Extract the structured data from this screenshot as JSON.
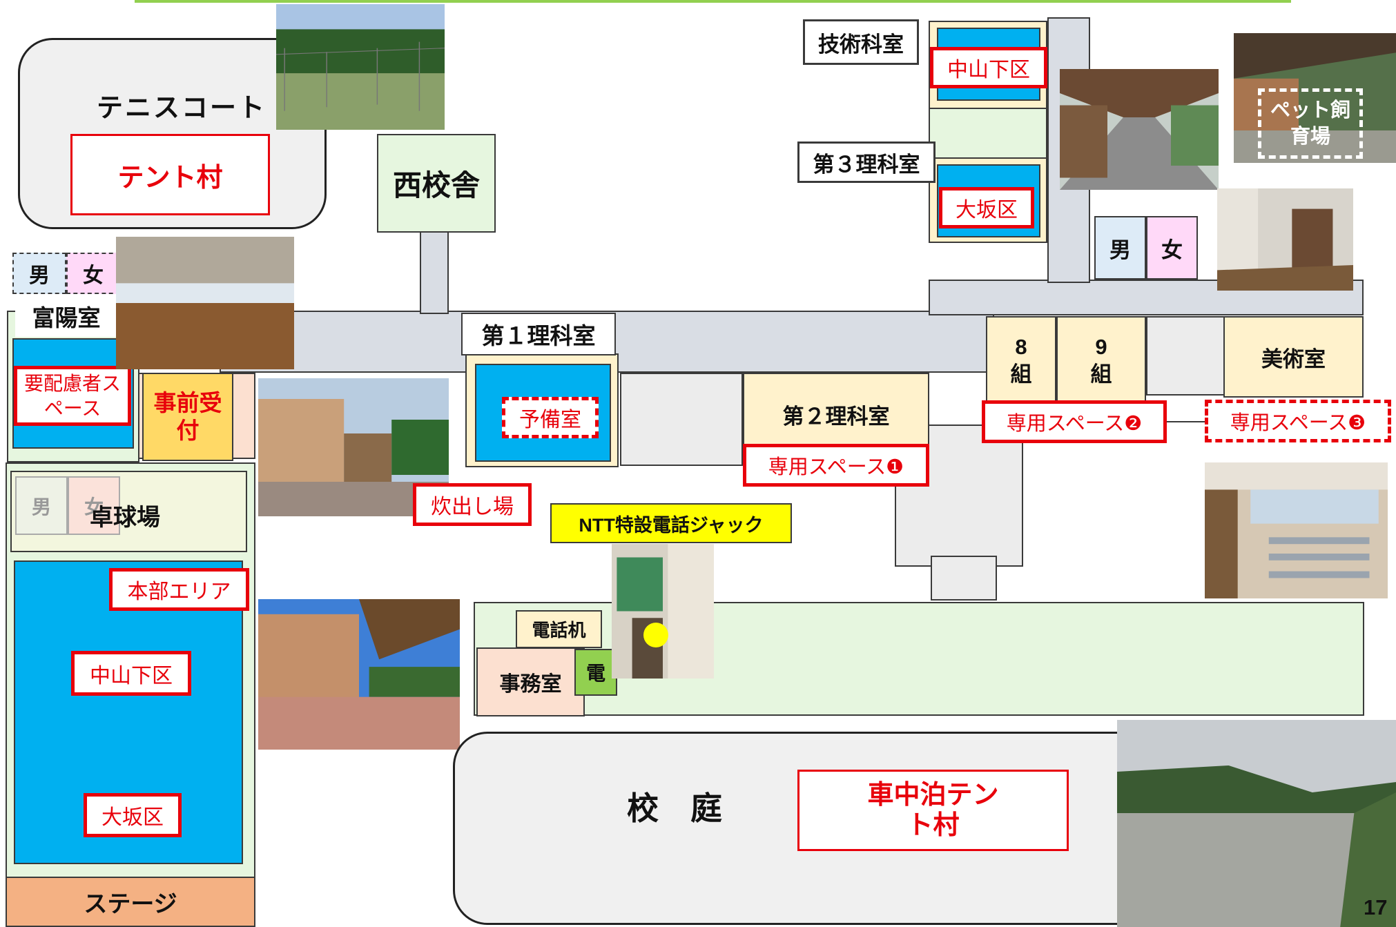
{
  "labels": {
    "tennis_court": "テニスコート",
    "west_building": "西校舎",
    "gijutsu": "技術科室",
    "rika3": "第３理科室",
    "rika1": "第１理科室",
    "rika2": "第２理科室",
    "tomiyo": "富陽室",
    "takkyu": "卓球場",
    "stage": "ステージ",
    "jizen_uketsuke": "事前受付",
    "kumi8": "8組",
    "kumi9": "9組",
    "bijutsu": "美術室",
    "jimu": "事務室",
    "denwaki": "電話机",
    "den": "電",
    "kotei": "校　庭",
    "male": "男",
    "female": "女",
    "ntt": "NTT特設電話ジャック",
    "page_number": "17"
  },
  "red_labels": {
    "tent_mura": "テント村",
    "nakayama_top": "中山下区",
    "osaka_top": "大坂区",
    "yohairyo": "要配慮者スペース",
    "yobi": "予備室",
    "suidashi": "炊出し場",
    "senyo1": "専用スペース❶",
    "senyo2": "専用スペース❷",
    "senyo3": "専用スペース❸",
    "honbu": "本部エリア",
    "nakayama_gym": "中山下区",
    "osaka_gym": "大坂区",
    "shachuhaku": "車中泊テント村"
  },
  "overlay": {
    "pet": "ペット飼育場"
  },
  "colors": {
    "corridor": "#d9dde4",
    "room_green": "#e6f6df",
    "room_cream": "#fff2cc",
    "evac_blue": "#00b0f0",
    "red": "#e8000b",
    "stage": "#f4b183",
    "phone_green": "#92d050",
    "ntt_yellow": "#ffff00"
  }
}
